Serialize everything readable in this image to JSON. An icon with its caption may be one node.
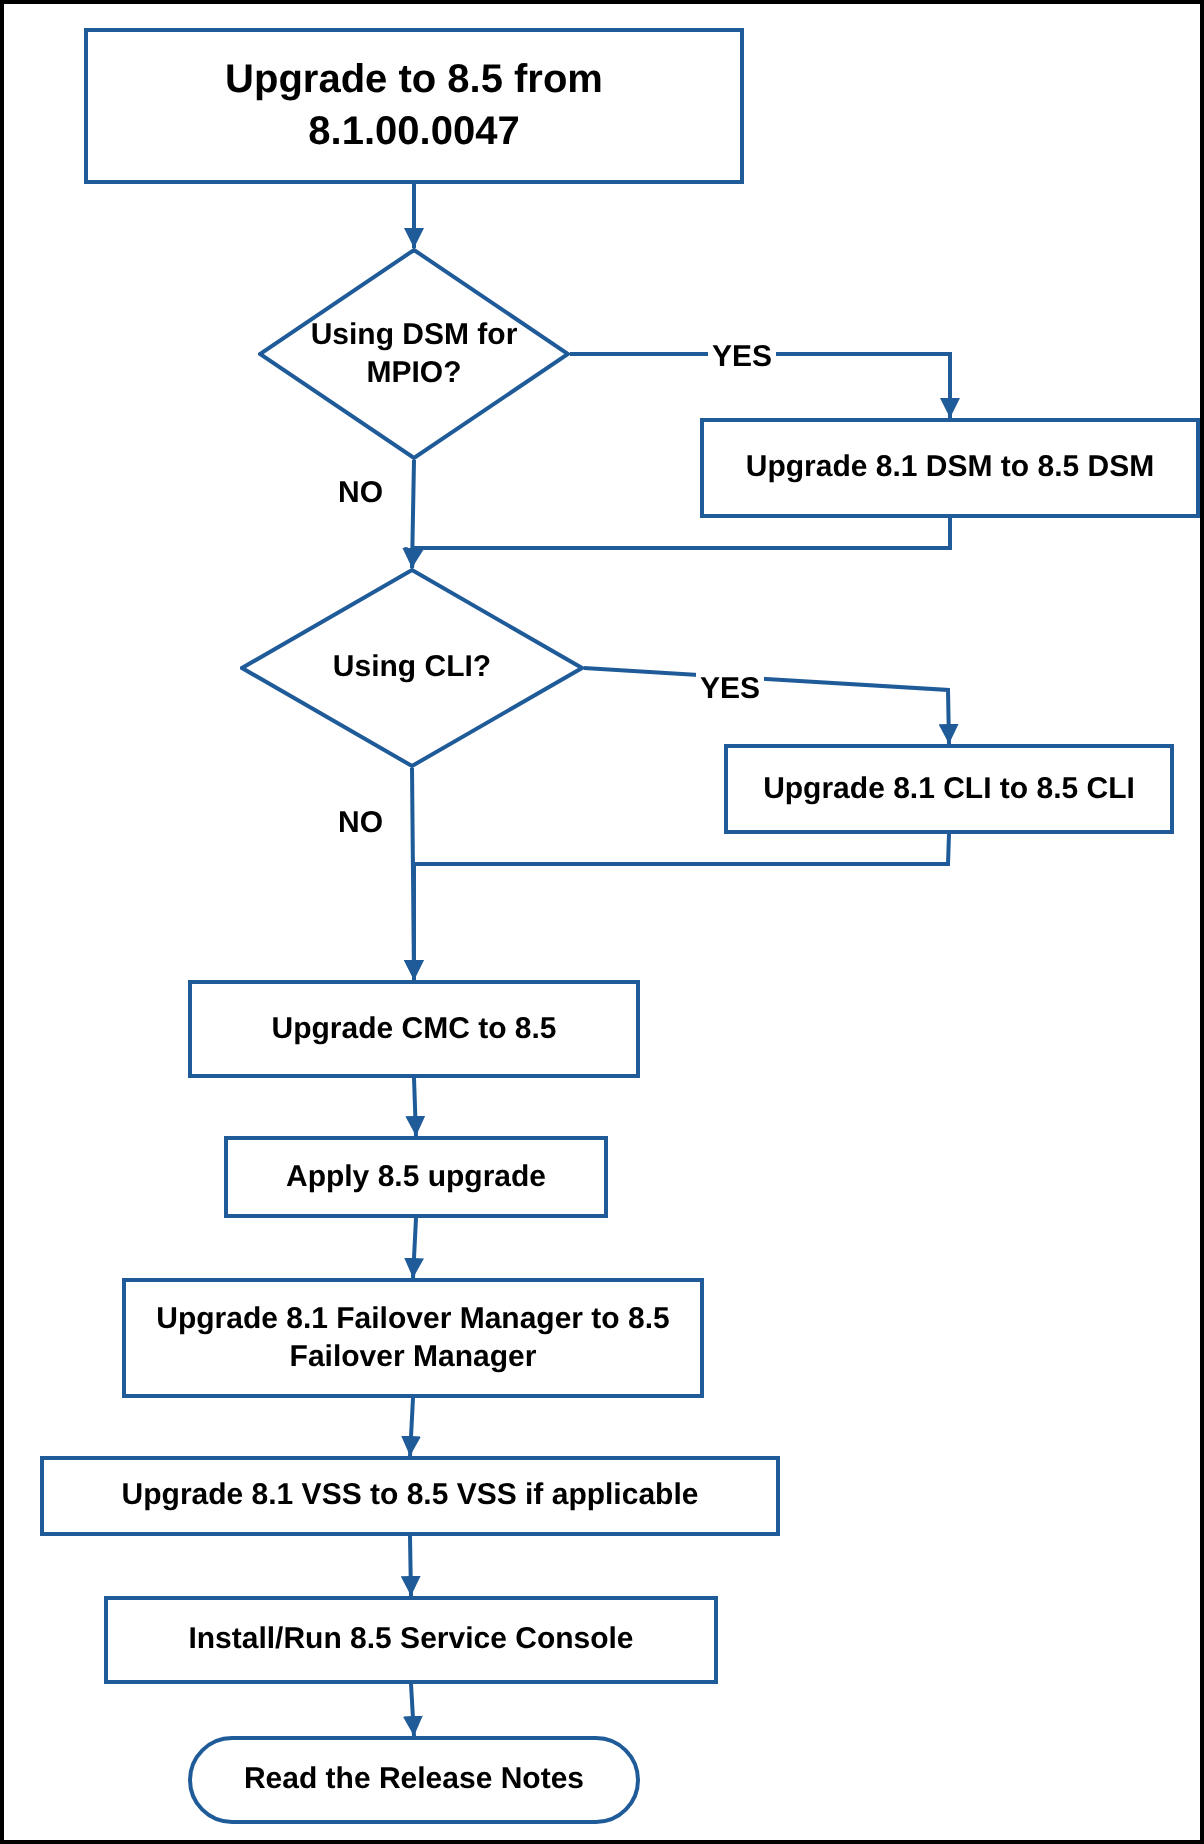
{
  "diagram": {
    "nodes": [
      {
        "text": [
          "Upgrade to 8.5 from 8.1.00.0047"
        ]
      },
      {
        "text": [
          "Using DSM for MPIO?"
        ]
      },
      {
        "text": [
          "Upgrade 8.1 DSM to 8.5 DSM"
        ]
      },
      {
        "text": [
          "Using CLI?"
        ]
      },
      {
        "text": [
          "Upgrade 8.1 CLI to 8.5 CLI"
        ]
      },
      {
        "text": [
          "Upgrade CMC to 8.5"
        ]
      },
      {
        "text": [
          "Apply 8.5 upgrade"
        ]
      },
      {
        "text": [
          "Upgrade 8.1 Failover Manager to 8.5 Failover Manager"
        ]
      },
      {
        "text": [
          "Upgrade 8.1 VSS to 8.5 VSS if applicable"
        ]
      },
      {
        "text": [
          "Install/Run 8.5 Service Console"
        ]
      },
      {
        "text": [
          "Read the Release Notes"
        ]
      }
    ],
    "edges": [
      {
        "from": 0,
        "to": 1,
        "arrow": "to"
      },
      {
        "from": 1,
        "to": 2,
        "arrow": "to",
        "label": "YES"
      },
      {
        "from": 1,
        "to": 3,
        "arrow": "to",
        "label": "NO"
      },
      {
        "from": 2,
        "to": 3,
        "arrow": "to"
      },
      {
        "from": 3,
        "to": 4,
        "arrow": "to",
        "label": "YES"
      },
      {
        "from": 3,
        "to": 5,
        "arrow": "to",
        "label": "NO"
      },
      {
        "from": 4,
        "to": 5,
        "arrow": "to"
      },
      {
        "from": 5,
        "to": 6,
        "arrow": "to"
      },
      {
        "from": 6,
        "to": 7,
        "arrow": "to"
      },
      {
        "from": 7,
        "to": 8,
        "arrow": "to"
      },
      {
        "from": 8,
        "to": 9,
        "arrow": "to"
      },
      {
        "from": 9,
        "to": 10,
        "arrow": "to"
      }
    ]
  }
}
